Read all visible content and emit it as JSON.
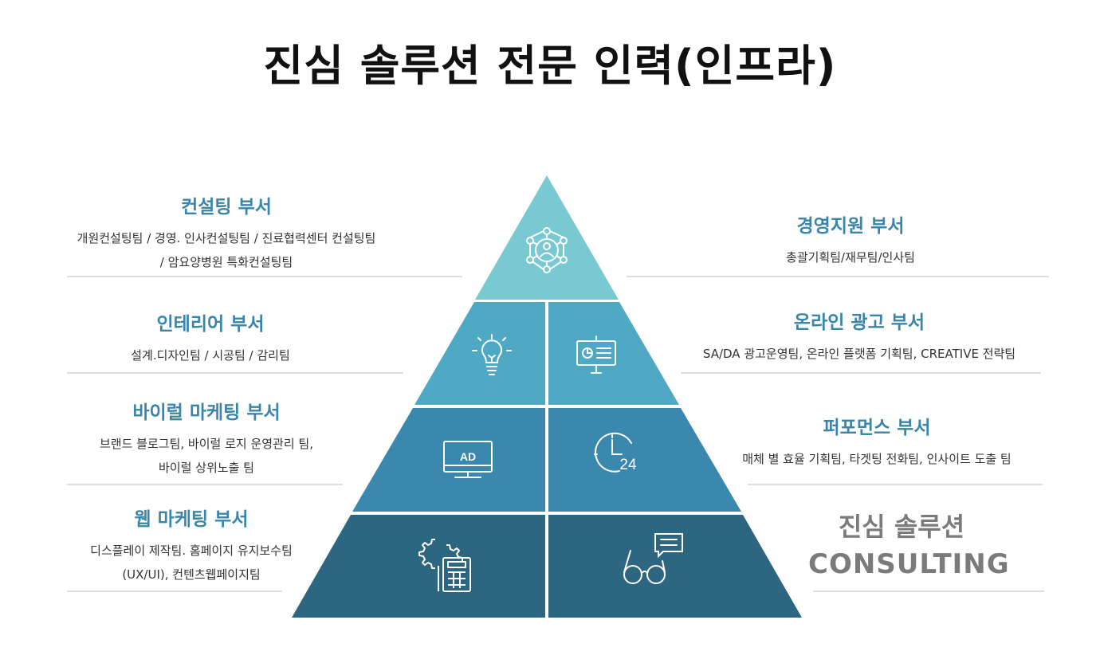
{
  "title": "진심 솔루션 전문 인력(인프라)",
  "left_departments": [
    {
      "name": "컨설팅 부서",
      "lines": [
        "개원컨설팅팀 / 경영. 인사컨설팅팀 / 진료협력센터 컨설팅팀",
        "/ 암요양병원 특화컨설팅팀"
      ]
    },
    {
      "name": "인테리어 부서",
      "lines": [
        "설계.디자인팀 / 시공팀 / 감리팀"
      ]
    },
    {
      "name": "바이럴 마케팅 부서",
      "lines": [
        "브랜드 블로그팀, 바이럴 로지 운영관리 팀,",
        "바이럴 상위노출 팀"
      ]
    },
    {
      "name": "웹 마케팅 부서",
      "lines": [
        "디스플레이 제작팀. 홈페이지 유지보수팀",
        "(UX/UI), 컨텐츠웹페이지팀"
      ]
    }
  ],
  "right_departments": [
    {
      "name": "경영지원 부서",
      "lines": [
        "총괄기획팀/재무팀/인사팀"
      ]
    },
    {
      "name": "온라인 광고 부서",
      "lines": [
        "SA/DA 광고운영팀, 온라인 플랫폼 기획팀, CREATIVE 전략팀"
      ]
    },
    {
      "name": "퍼포먼스 부서",
      "lines": [
        "매체 별 효율 기획팀, 타겟팅 전화팀, 인사이트 도출 팀"
      ]
    }
  ],
  "brand": {
    "korean": "진심 솔루션",
    "english": "CONSULTING"
  },
  "icon_texts": {
    "ad": "AD",
    "clock_number": "24"
  },
  "icons": [
    "network-people-icon",
    "lightbulb-icon",
    "presentation-board-icon",
    "ad-monitor-icon",
    "clock-24-icon",
    "gear-calculator-icon",
    "glasses-chat-icon"
  ],
  "colors": {
    "tier1": "#78c9d2",
    "tier2": "#4fa9c5",
    "tier3": "#3b88ae",
    "tier4": "#2d6680",
    "heading": "#3a86ab",
    "brand_text": "#7b7b7b"
  }
}
